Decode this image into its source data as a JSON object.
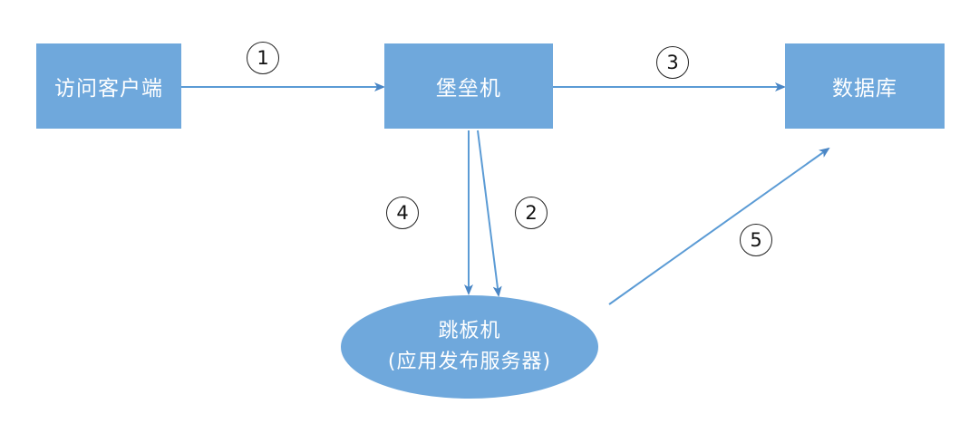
{
  "nodes": {
    "client": "访问客户端",
    "bastion": "堡垒机",
    "database": "数据库",
    "jump_server": {
      "line1": "跳板机",
      "line2": "(应用发布服务器)"
    }
  },
  "steps": {
    "s1": "1",
    "s2": "2",
    "s3": "3",
    "s4": "4",
    "s5": "5"
  },
  "colors": {
    "node_fill": "#6fa8dc",
    "arrow": "#5b9bd5",
    "node_text": "#ffffff"
  }
}
